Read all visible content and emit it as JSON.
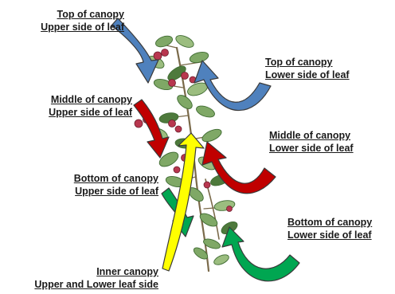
{
  "labels": {
    "top_upper": {
      "line1": "Top of canopy",
      "line2": "Upper side of leaf"
    },
    "top_lower": {
      "line1": "Top of canopy",
      "line2": "Lower side of leaf"
    },
    "mid_upper": {
      "line1": "Middle of canopy",
      "line2": "Upper side of leaf"
    },
    "mid_lower": {
      "line1": "Middle of canopy",
      "line2": "Lower side of leaf"
    },
    "bot_upper": {
      "line1": "Bottom of canopy",
      "line2": "Upper side of leaf"
    },
    "bot_lower": {
      "line1": "Bottom of canopy",
      "line2": "Lower side of leaf"
    },
    "inner": {
      "line1": "Inner canopy",
      "line2": "Upper and Lower leaf side"
    }
  },
  "colors": {
    "top": "#4f81bd",
    "middle": "#c00000",
    "bottom": "#00a651",
    "inner": "#ffff00",
    "outline": "#3a3a3a",
    "leaf": "#7fa866",
    "leaf_dark": "#4e7a3c",
    "berry": "#b8374f",
    "stem": "#7a6a4a"
  }
}
